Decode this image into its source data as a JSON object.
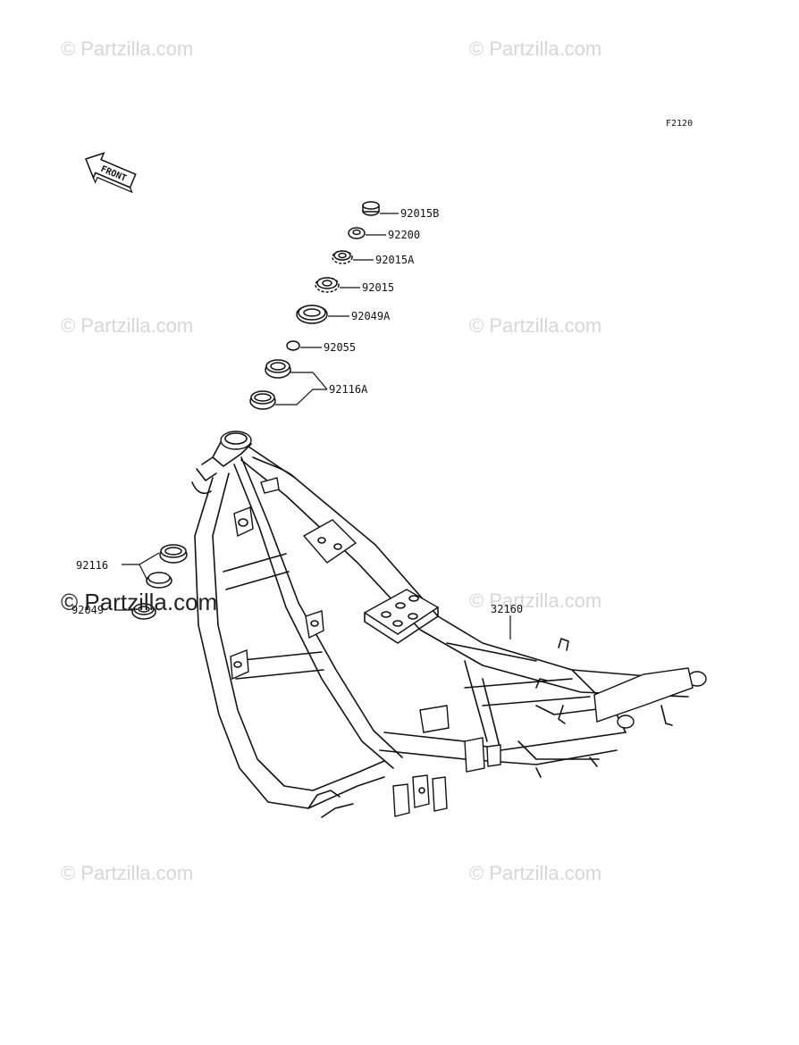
{
  "diagram_code": "F2120",
  "front_arrow_label": "FRONT",
  "watermark_text": "© Partzilla.com",
  "callouts": [
    {
      "id": "92015B"
    },
    {
      "id": "92200"
    },
    {
      "id": "92015A"
    },
    {
      "id": "92015"
    },
    {
      "id": "92049A"
    },
    {
      "id": "92055"
    },
    {
      "id": "92116A"
    },
    {
      "id": "92116"
    },
    {
      "id": "92049"
    },
    {
      "id": "32160"
    }
  ]
}
